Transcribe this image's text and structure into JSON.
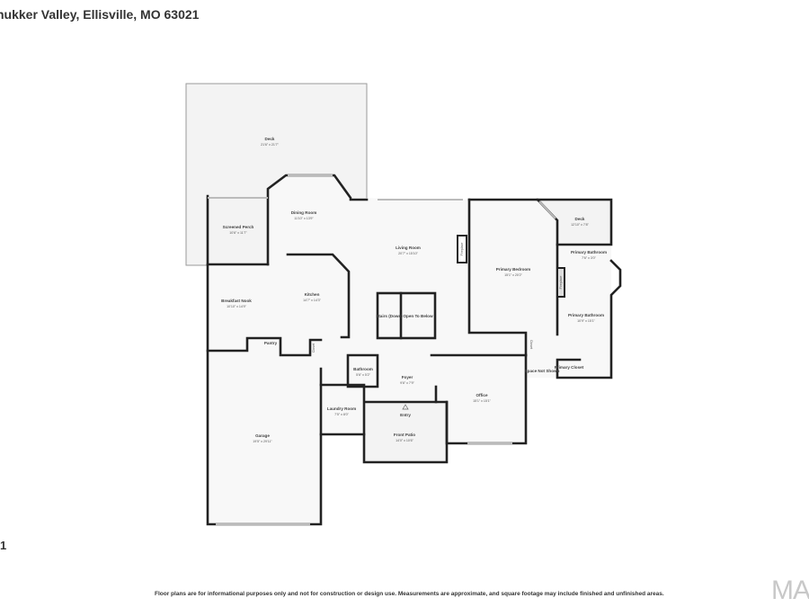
{
  "header": {
    "title": "hukker Valley, Ellisville, MO 63021"
  },
  "page_number": "1",
  "footer": {
    "disclaimer": "Floor plans are for informational purposes only and not for construction or design use. Measurements are approximate, and square footage may include finished and unfinished areas.",
    "logo_text": "MA"
  },
  "rooms": {
    "deck": {
      "name": "Deck",
      "dims": "21'6\" x 21'7\""
    },
    "screened_porch": {
      "name": "Screened Perch",
      "dims": "10'6\" x 11'7\""
    },
    "dining": {
      "name": "Dining Room",
      "dims": "11'10\" x 13'9\""
    },
    "living": {
      "name": "Living Room",
      "dims": "20'7\" x 15'10\""
    },
    "fireplace1": {
      "name": "Fireplace"
    },
    "fireplace2": {
      "name": "Fireplace"
    },
    "primary_bedroom": {
      "name": "Primary Bedroom",
      "dims": "15'1\" x 20'2\""
    },
    "deck2": {
      "name": "Deck",
      "dims": "12'10\" x 7'8\""
    },
    "primary_bath_small": {
      "name": "Primary Bathroom",
      "dims": "7'6\" x 3'0\""
    },
    "primary_bath": {
      "name": "Primary Bathroom",
      "dims": "10'9\" x 15'1\""
    },
    "primary_closet": {
      "name": "Primary Closet"
    },
    "space_not_shown": {
      "name": "Space Not Shown"
    },
    "closet1": {
      "name": "Closet"
    },
    "closet2": {
      "name": "Closet"
    },
    "breakfast_nook": {
      "name": "Breakfast Nook",
      "dims": "10'10\" x 14'9\""
    },
    "kitchen": {
      "name": "Kitchen",
      "dims": "14'7\" x 14'3\""
    },
    "stairs": {
      "name": "Stairs (Down)"
    },
    "open_below": {
      "name": "Open To Below"
    },
    "pantry": {
      "name": "Pantry"
    },
    "bathroom": {
      "name": "Bathroom",
      "dims": "5'6\" x 5'2\""
    },
    "foyer": {
      "name": "Foyer",
      "dims": "9'6\" x 7'9\""
    },
    "office": {
      "name": "Office",
      "dims": "15'1\" x 15'1\""
    },
    "laundry": {
      "name": "Laundry Room",
      "dims": "7'5\" x 8'0\""
    },
    "garage": {
      "name": "Garage",
      "dims": "19'5\" x 29'11\""
    },
    "entry": {
      "name": "Entry"
    },
    "front_patio": {
      "name": "Front Patio",
      "dims": "14'0\" x 10'6\""
    }
  }
}
